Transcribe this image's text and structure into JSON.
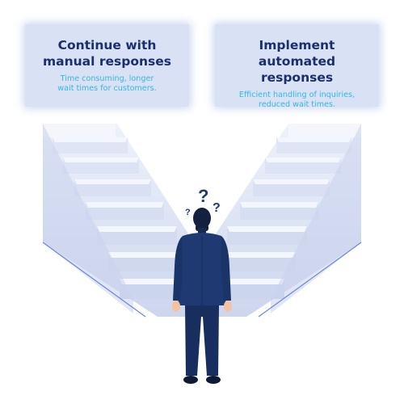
{
  "options": {
    "left": {
      "title": "Continue  with\nmanual responses",
      "description": "Time consuming, longer\nwait times for customers."
    },
    "right": {
      "title": "Implement automated\nresponses",
      "description": "Efficient handling of inquiries,\nreduced wait times."
    }
  },
  "thought_marks": [
    "?",
    "?",
    "?"
  ],
  "colors": {
    "card_background": "#d9e1f4",
    "title": "#1a2f6d",
    "description": "#35b7e0",
    "suit": "#1f3a73"
  }
}
